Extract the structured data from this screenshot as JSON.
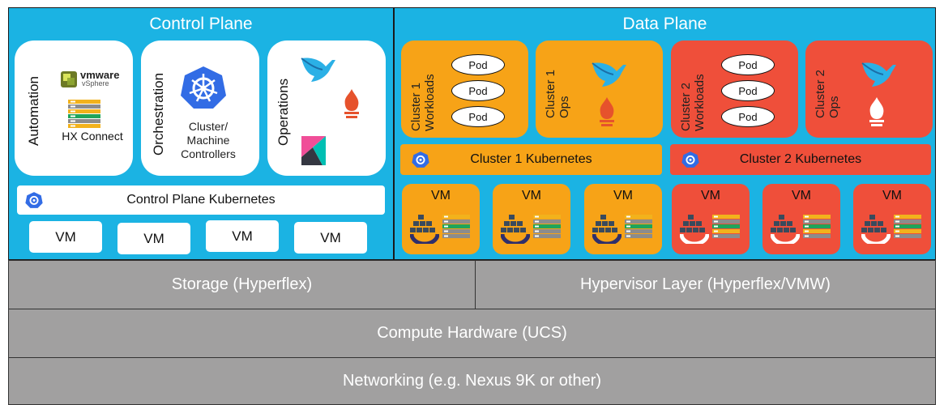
{
  "control_plane": {
    "title": "Control Plane",
    "automation": {
      "label": "Automation",
      "vmware_brand": "vmware",
      "vmware_product": "vSphere",
      "hx_label": "HX Connect"
    },
    "orchestration": {
      "label": "Orchestration",
      "caption_lines": [
        "Cluster/",
        "Machine",
        "Controllers"
      ]
    },
    "operations": {
      "label": "Operations"
    },
    "kubernetes_bar": "Control Plane Kubernetes",
    "vms": [
      "VM",
      "VM",
      "VM",
      "VM"
    ]
  },
  "data_plane": {
    "title": "Data Plane",
    "cluster1": {
      "workloads_label": [
        "Cluster 1",
        "Workloads"
      ],
      "ops_label": [
        "Cluster 1",
        "Ops"
      ],
      "pods": [
        "Pod",
        "Pod",
        "Pod"
      ],
      "kubernetes_bar": "Cluster 1 Kubernetes",
      "vms": [
        "VM",
        "VM",
        "VM"
      ]
    },
    "cluster2": {
      "workloads_label": [
        "Cluster 2",
        "Workloads"
      ],
      "ops_label": [
        "Cluster 2",
        "Ops"
      ],
      "pods": [
        "Pod",
        "Pod",
        "Pod"
      ],
      "kubernetes_bar": "Cluster 2 Kubernetes",
      "vms": [
        "VM",
        "VM",
        "VM"
      ]
    }
  },
  "layers": {
    "storage": "Storage (Hyperflex)",
    "hypervisor": "Hypervisor Layer (Hyperflex/VMW)",
    "compute": "Compute Hardware (UCS)",
    "networking": "Networking (e.g. Nexus 9K or other)"
  },
  "colors": {
    "cyan": "#1bb3e3",
    "orange": "#f7a317",
    "red": "#ef4f3a",
    "gray": "#a1a0a0",
    "kubernetes_blue": "#326ce5"
  },
  "icons": {
    "kubernetes": "kubernetes-helm-icon",
    "bird": "fluent-bird-icon",
    "prometheus": "prometheus-flame-icon",
    "kibana": "kibana-icon",
    "docker": "docker-icon",
    "server": "server-stack-icon"
  }
}
